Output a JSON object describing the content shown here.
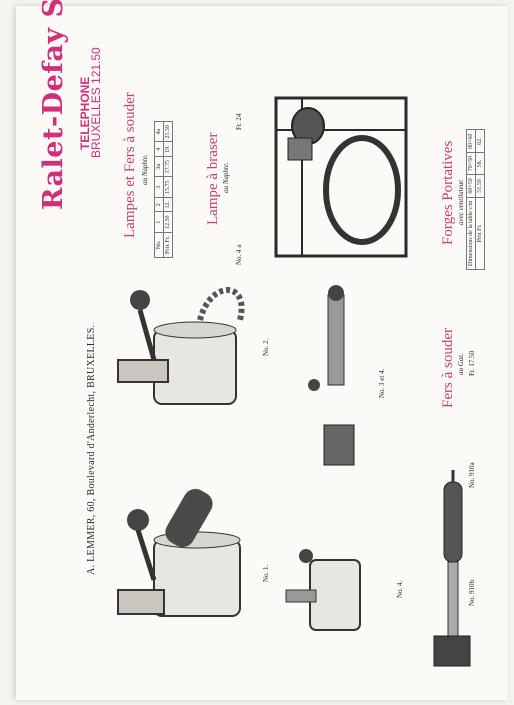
{
  "brand": {
    "name": "Ralet-Defay Succʳ",
    "telephone_label": "TELEPHONE",
    "telephone_line": "BRUXELLES 121.50"
  },
  "address": "A. LEMMER, 60, Boulevard d'Anderlecht, BRUXELLES.",
  "sections": {
    "lampes_fers": {
      "title": "Lampes et Fers à souder",
      "subtitle": "au Naphte.",
      "row_no_label": "No.",
      "row_prix_label": "Prix",
      "currency": "Fr.",
      "numbers": [
        "1",
        "2",
        "3",
        "3a",
        "4",
        "4a"
      ],
      "prices": [
        "12.50",
        "12.",
        "15.75",
        "17.75",
        "19.",
        "21.50"
      ]
    },
    "lampe_braser": {
      "title": "Lampe à braser",
      "subtitle": "au Naphte.",
      "line_no": "No. 4 a",
      "line_price": "Fr. 24"
    },
    "forges": {
      "title": "Forges Portatives",
      "subtitle": "avec ventilateur.",
      "dim_label": "Dimensions de la table c/m",
      "dims": [
        "60×50",
        "70×50",
        "80×60"
      ],
      "prix_label": "Prix",
      "currency": "Fr.",
      "prices": [
        "51.50",
        "58.",
        "62."
      ]
    },
    "fers_gaz": {
      "title": "Fers à souder",
      "subtitle": "au Gaz.",
      "line1_no": "No. 910a",
      "line1_price": "Fr. 17.50",
      "line2_no": "No. 910b"
    }
  },
  "figure_labels": {
    "no1": "No. 1.",
    "no2": "No. 2.",
    "no3": "No. 3 et 4.",
    "no4": "No. 4."
  }
}
